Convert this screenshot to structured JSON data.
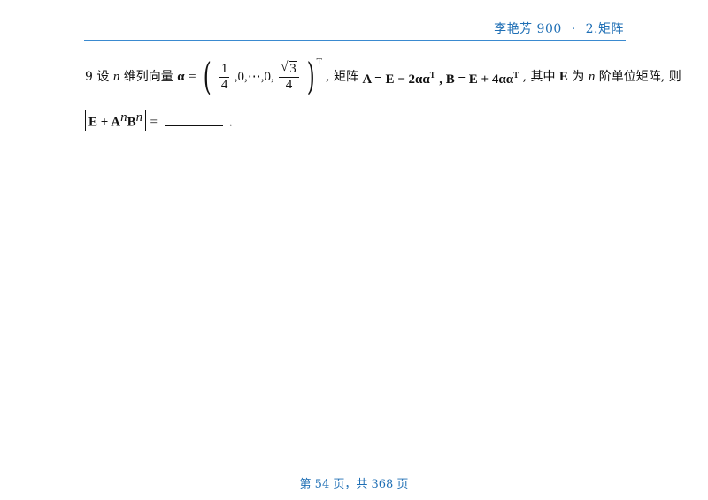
{
  "header": {
    "author_book": "李艳芳 900",
    "separator": "·",
    "chapter": "2.矩阵"
  },
  "problem": {
    "number": "9",
    "t_she": "设",
    "var_n": "n",
    "t_vector": "维列向量",
    "alpha": "α",
    "eq": "=",
    "frac_num": "1",
    "frac_den": "4",
    "mid_elems": ",0,⋯,0,",
    "sqrt_rad": "3",
    "sqrt_den": "4",
    "transpose": "T",
    "t_matrix": ", 矩阵",
    "A_def": "A = E − 2αα",
    "B_def": ", B = E + 4αα",
    "t_where": ", 其中",
    "E": "E",
    "t_is": "为",
    "t_identity": "阶单位矩阵, 则",
    "det_expr_pre": "E + A",
    "det_expr_mid": "B",
    "det_eq": "=",
    "period": "."
  },
  "footer": {
    "page_text": "第 54 页，共 368 页"
  }
}
